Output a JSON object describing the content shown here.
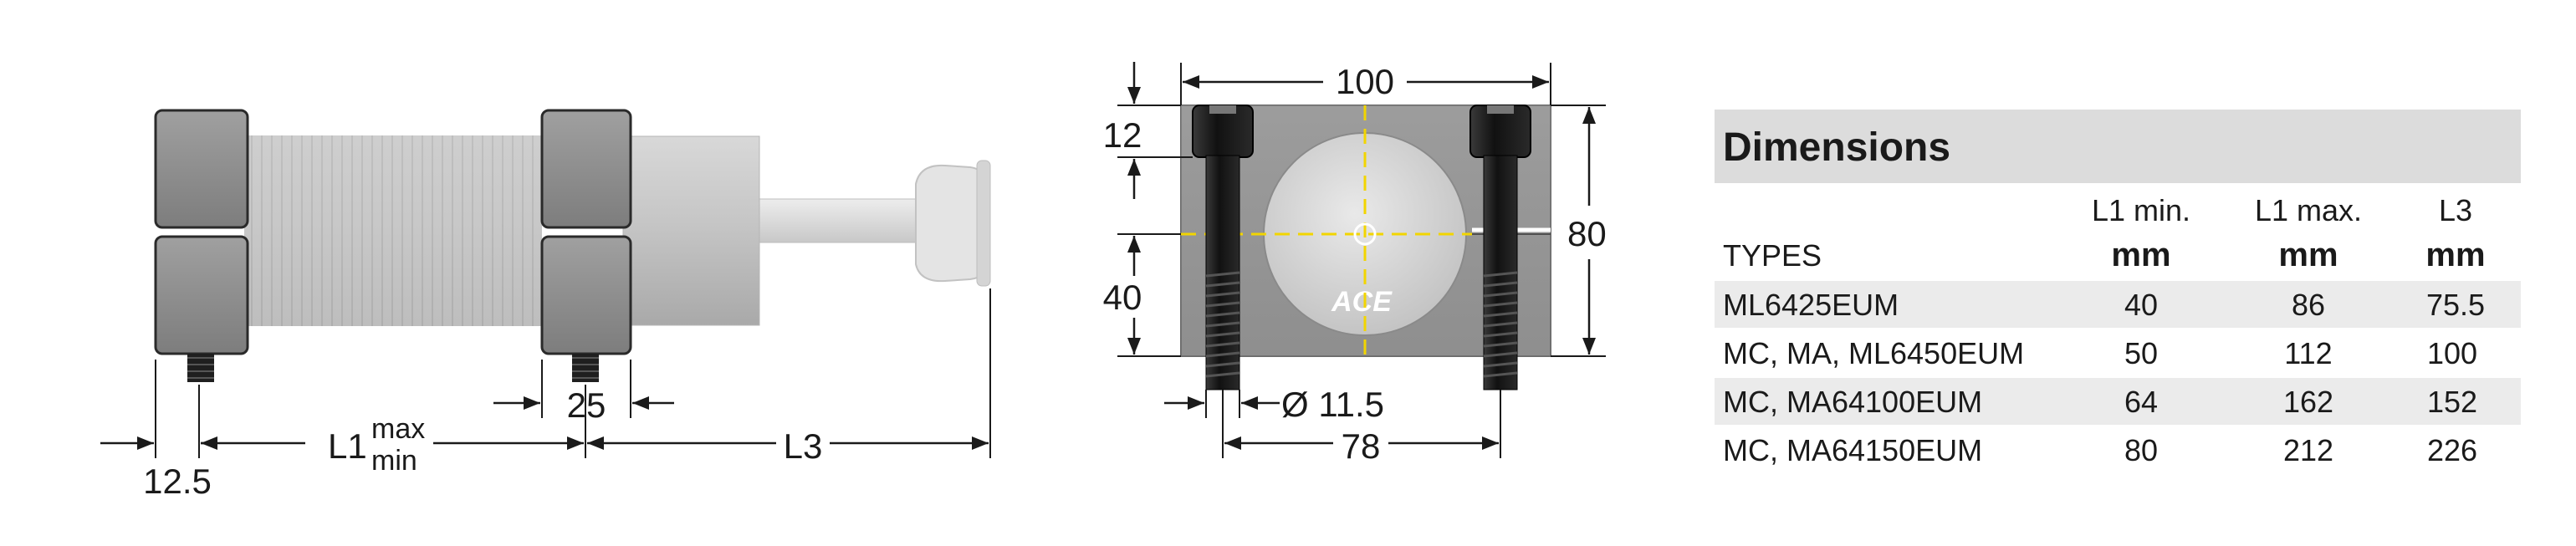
{
  "side_view": {
    "dim_mount_offset": "12.5",
    "dim_l1": "L1",
    "dim_l1_max": "max",
    "dim_l1_min": "min",
    "dim_clamp_width": "25",
    "dim_l3": "L3"
  },
  "front_view": {
    "dim_width": "100",
    "dim_top": "12",
    "dim_lower": "40",
    "dim_height": "80",
    "dim_hole": "Ø 11.5",
    "dim_hole_spacing": "78",
    "logo": "ACE"
  },
  "table": {
    "title": "Dimensions",
    "types_header": "TYPES",
    "columns": [
      {
        "name": "L1 min.",
        "unit": "mm"
      },
      {
        "name": "L1 max.",
        "unit": "mm"
      },
      {
        "name": "L3",
        "unit": "mm"
      }
    ],
    "rows": [
      {
        "type": "ML6425EUM",
        "l1min": "40",
        "l1max": "86",
        "l3": "75.5"
      },
      {
        "type": "MC, MA, ML6450EUM",
        "l1min": "50",
        "l1max": "112",
        "l3": "100"
      },
      {
        "type": "MC, MA64100EUM",
        "l1min": "64",
        "l1max": "162",
        "l3": "152"
      },
      {
        "type": "MC, MA64150EUM",
        "l1min": "80",
        "l1max": "212",
        "l3": "226"
      }
    ],
    "colors": {
      "title_bg": "#dcdcdc",
      "row_shade": "#ebebeb"
    }
  }
}
